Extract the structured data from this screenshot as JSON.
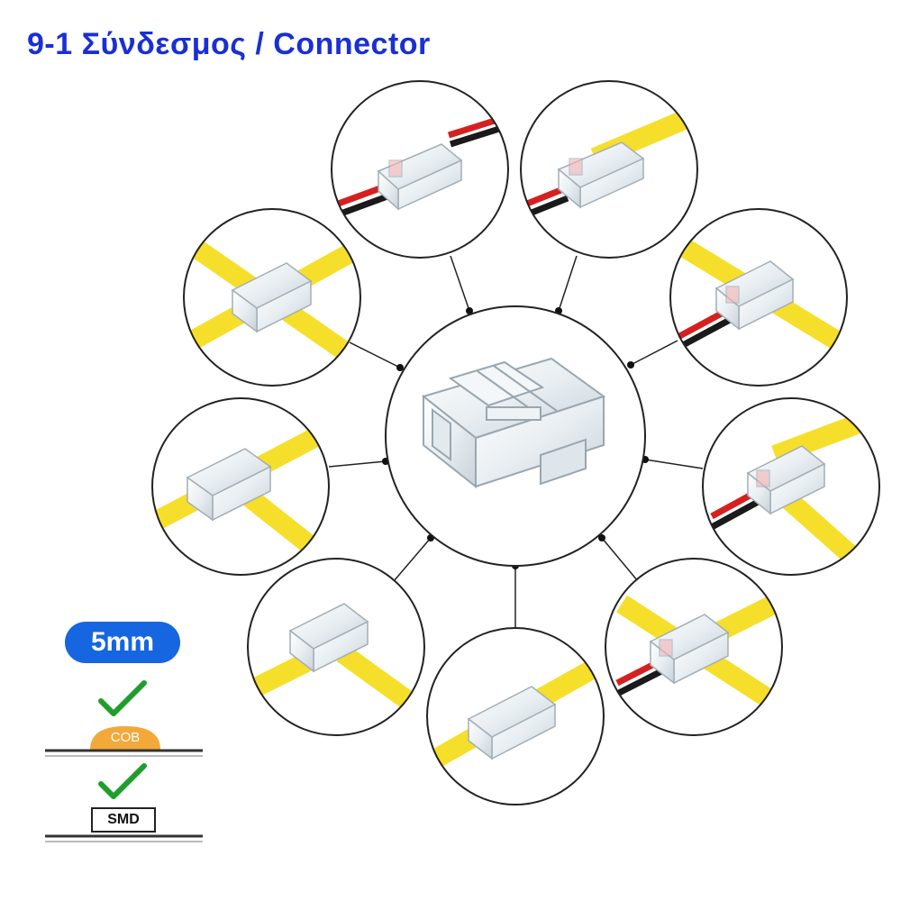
{
  "title": "9-1 Σύνδεσμος / Connector",
  "legend": {
    "size_badge": "5mm",
    "cob_label": "COB",
    "smd_label": "SMD",
    "checkmark_icon": "check-icon",
    "check_color": "#1e9e2a"
  },
  "colors": {
    "title": "#1a2fd6",
    "badge": "#1566e0",
    "strip_yellow": "#f6df2a",
    "wire_red": "#d62020",
    "wire_black": "#1a1a1a",
    "cob_dome": "#f2a93a"
  },
  "variants": [
    {
      "id": "wire-to-wire",
      "icon": "wire-to-wire-connector"
    },
    {
      "id": "strip-to-wire",
      "icon": "strip-to-wire-connector"
    },
    {
      "id": "strip-to-wire-right",
      "icon": "strip-to-wire-angled-connector"
    },
    {
      "id": "strip-wire-tee",
      "icon": "strip-to-wire-tee-connector"
    },
    {
      "id": "strip-wire-cross",
      "icon": "strip-to-wire-cross-connector"
    },
    {
      "id": "strip-to-strip",
      "icon": "strip-to-strip-connector"
    },
    {
      "id": "strip-l",
      "icon": "strip-l-connector"
    },
    {
      "id": "strip-tee",
      "icon": "strip-tee-connector"
    },
    {
      "id": "strip-cross",
      "icon": "strip-cross-connector"
    }
  ]
}
